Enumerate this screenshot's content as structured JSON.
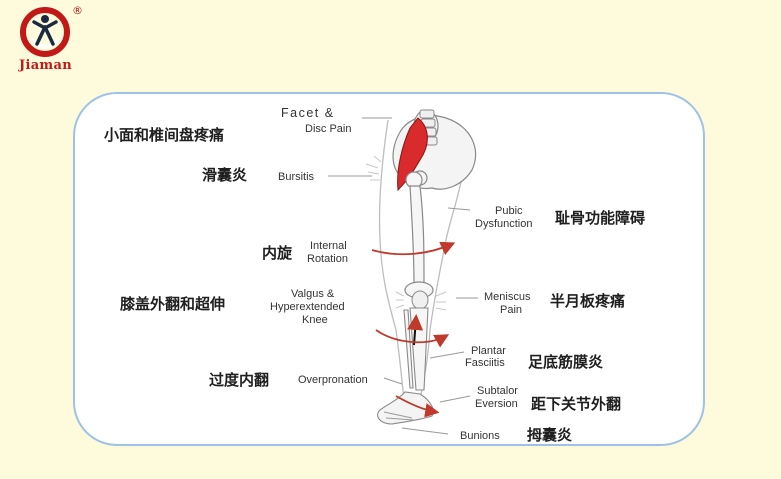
{
  "logo": {
    "brand": "Jiaman",
    "registered_mark": "®",
    "icon": "jiaman-logo-icon",
    "colors": {
      "red": "#c11818",
      "dark": "#1b2a40"
    }
  },
  "diagram": {
    "labels": {
      "facet": {
        "en_line1": "Facet &",
        "en_line2": "Disc Pain",
        "zh": "小面和椎间盘疼痛"
      },
      "bursitis": {
        "zh": "滑囊炎",
        "en": "Bursitis"
      },
      "pubic": {
        "en_line1": "Pubic",
        "en_line2": "Dysfunction",
        "zh": "耻骨功能障碍"
      },
      "internal_rotation": {
        "zh": "内旋",
        "en_line1": "Internal",
        "en_line2": "Rotation"
      },
      "valgus": {
        "zh": "膝盖外翻和超伸",
        "en_line1": "Valgus &",
        "en_line2": "Hyperextended",
        "en_line3": "Knee"
      },
      "meniscus": {
        "en_line1": "Meniscus",
        "en_line2": "Pain",
        "zh": "半月板疼痛"
      },
      "plantar": {
        "en_line1": "Plantar",
        "en_line2": "Fasciitis",
        "zh": "足底筋膜炎"
      },
      "overpronation": {
        "zh": "过度内翻",
        "en": "Overpronation"
      },
      "subtalar": {
        "en_line1": "Subtalor",
        "en_line2": "Eversion",
        "zh": "距下关节外翻"
      },
      "bunions": {
        "en": "Bunions",
        "zh": "拇囊炎"
      }
    },
    "colors": {
      "panel_border": "#9ec1e8",
      "background": "#fdfbdc",
      "arrow_red": "#c0392b",
      "muscle_red": "#d92b2b",
      "bone": "#f3f3f3"
    }
  }
}
